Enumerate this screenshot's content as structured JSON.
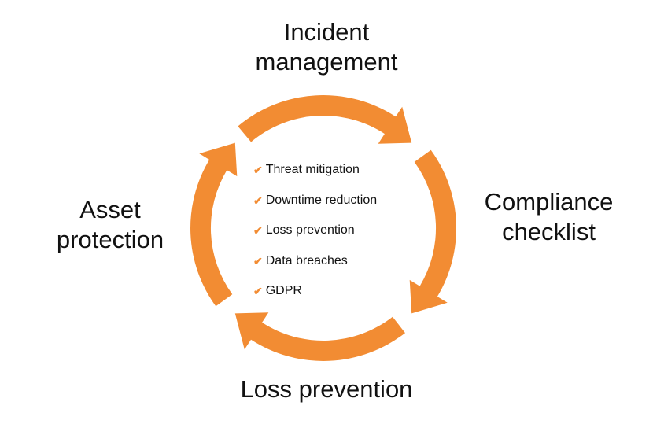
{
  "colors": {
    "accent": "#F28C33",
    "text": "#111111"
  },
  "labels": {
    "top": "Incident management",
    "right": "Compliance checklist",
    "bottom": "Loss prevention",
    "left": "Asset protection"
  },
  "items": [
    "Threat mitigation",
    "Downtime reduction",
    "Loss prevention",
    "Data breaches",
    "GDPR"
  ],
  "icon": "checkmark-icon"
}
